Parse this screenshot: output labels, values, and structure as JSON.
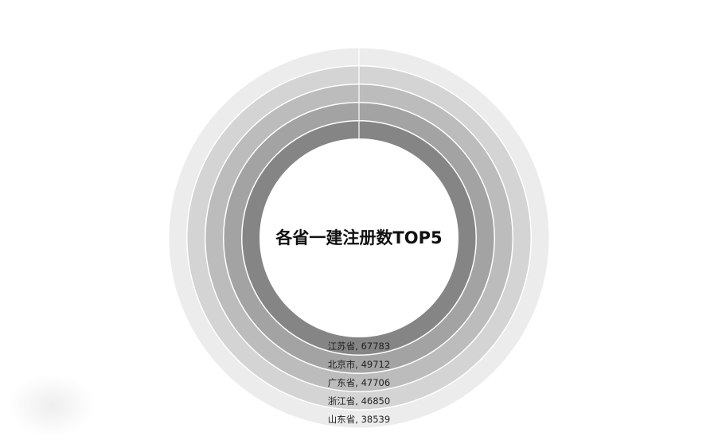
{
  "chart_data": {
    "type": "pie",
    "subtype": "concentric-rings",
    "title": "各省一建注册数TOP5",
    "categories": [
      "江苏省",
      "北京市",
      "广东省",
      "浙江省",
      "山东省"
    ],
    "values": [
      67783,
      49712,
      47706,
      46850,
      38539
    ],
    "labels": [
      "江苏省, 67783",
      "北京市, 49712",
      "广东省, 47706",
      "浙江省, 46850",
      "山东省, 38539"
    ],
    "colors": [
      "#858585",
      "#a3a3a3",
      "#bcbcbc",
      "#d4d4d4",
      "#ececec"
    ],
    "legend": "none",
    "grid": false
  }
}
